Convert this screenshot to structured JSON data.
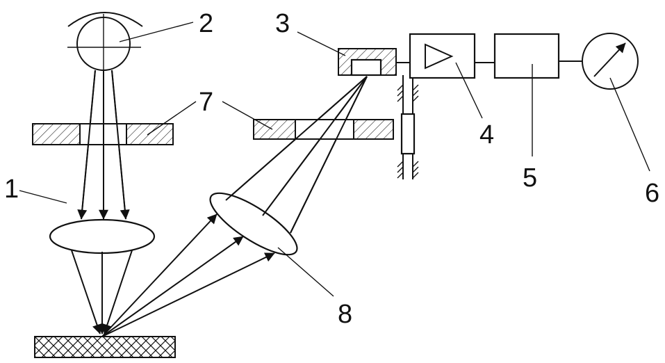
{
  "labels": {
    "lens_objective": "1",
    "light_source": "2",
    "photodetector": "3",
    "amplifier": "4",
    "processing_unit": "5",
    "indicator": "6",
    "aperture_plate": "7",
    "collecting_lens": "8"
  },
  "colors": {
    "ink": "#111111",
    "background": "#ffffff"
  }
}
